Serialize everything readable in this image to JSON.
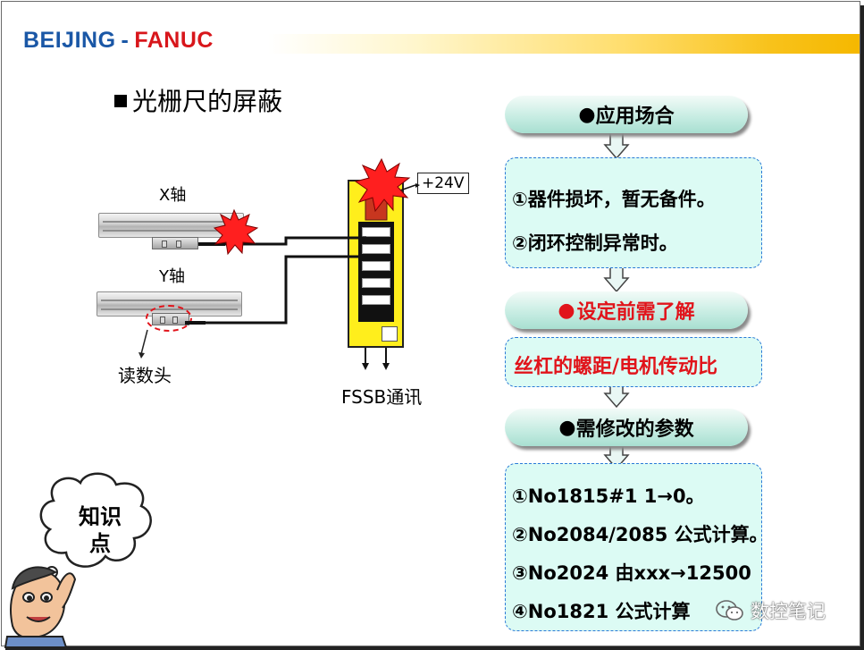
{
  "header": {
    "brand_left": "BEIJING",
    "brand_separator": "-",
    "brand_right": "FANUC"
  },
  "title": "光栅尺的屏蔽",
  "diagram": {
    "x_axis_label": "X轴",
    "y_axis_label": "Y轴",
    "reader_head_label": "读数头",
    "power_label": "+24V",
    "amplifier_label": "FSSB通讯"
  },
  "flow": {
    "step1": {
      "title": "应用场合",
      "lines": [
        "①器件损坏，暂无备件。",
        "②闭环控制异常时。"
      ]
    },
    "step2": {
      "title": "设定前需了解",
      "content": "丝杠的螺距/电机传动比"
    },
    "step3": {
      "title": "需修改的参数",
      "lines": [
        "①No1815#1 1→0。",
        "②No2084/2085 公式计算。",
        "③No2024 由xxx→12500",
        "④No1821 公式计算"
      ]
    },
    "bullet": "●"
  },
  "cartoon": {
    "bubble_lines": [
      "知识",
      "点"
    ]
  },
  "watermark": {
    "text": "数控笔记"
  },
  "colors": {
    "brand_blue": "#1a57a6",
    "brand_red": "#d8161b",
    "highlight_red": "#e1141b",
    "amp_yellow": "#ffee1c",
    "pill": "#c8ede3",
    "box": "#dcfbf4"
  }
}
